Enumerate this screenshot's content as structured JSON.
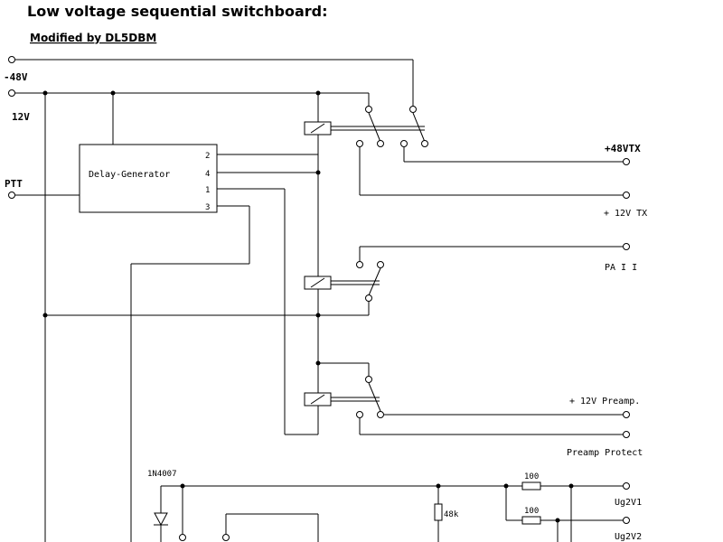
{
  "title": "Low voltage sequential switchboard:",
  "subtitle": "Modified by DL5DBM",
  "inputs": {
    "neg48v": "-48V",
    "v12": "12V",
    "ptt": "PTT"
  },
  "delay_generator": {
    "label": "Delay-Generator",
    "pins": [
      "2",
      "4",
      "1",
      "3"
    ]
  },
  "outputs": {
    "plus48vtx": "+48VTX",
    "plus12vtx": "+ 12V TX",
    "pa": "PA I I",
    "preamp12v": "+ 12V Preamp.",
    "preamp_protect": "Preamp Protect",
    "ug2v1": "Ug2V1",
    "ug2v2": "Ug2V2"
  },
  "components": {
    "diode": "1N4007",
    "r1": "100",
    "r2": "100",
    "r3": "48k"
  }
}
